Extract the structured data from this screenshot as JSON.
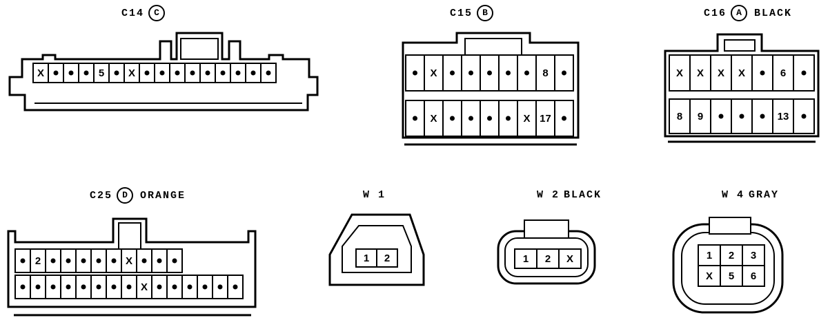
{
  "connectors": [
    {
      "id": "c14",
      "code": "C14",
      "badge": "C",
      "extra": "",
      "rows": [
        [
          "X",
          "•",
          "•",
          "•",
          "5",
          "•",
          "X",
          "•",
          "•",
          "•",
          "•",
          "•",
          "•",
          "•",
          "•",
          "•"
        ]
      ]
    },
    {
      "id": "c15",
      "code": "C15",
      "badge": "B",
      "extra": "",
      "rows": [
        [
          "•",
          "X",
          "•",
          "•",
          "•",
          "•",
          "•",
          "8",
          "•"
        ],
        [
          "•",
          "X",
          "•",
          "•",
          "•",
          "•",
          "X",
          "17",
          "•"
        ]
      ]
    },
    {
      "id": "c16",
      "code": "C16",
      "badge": "A",
      "extra": "BLACK",
      "rows": [
        [
          "X",
          "X",
          "X",
          "X",
          "•",
          "6",
          "•"
        ],
        [
          "8",
          "9",
          "•",
          "•",
          "•",
          "13",
          "•"
        ]
      ]
    },
    {
      "id": "c25",
      "code": "C25",
      "badge": "D",
      "extra": "ORANGE",
      "rows": [
        [
          "•",
          "2",
          "•",
          "•",
          "•",
          "•",
          "•",
          "X",
          "•",
          "•",
          "•"
        ],
        [
          "•",
          "•",
          "•",
          "•",
          "•",
          "•",
          "•",
          "•",
          "X",
          "•",
          "•",
          "•",
          "•",
          "•",
          "•"
        ]
      ]
    },
    {
      "id": "w1",
      "code": "W 1",
      "badge": "",
      "extra": "",
      "rows": [
        [
          "1",
          "2"
        ]
      ]
    },
    {
      "id": "w2",
      "code": "W 2",
      "badge": "",
      "extra": "BLACK",
      "rows": [
        [
          "1",
          "2",
          "X"
        ]
      ]
    },
    {
      "id": "w4",
      "code": "W 4",
      "badge": "",
      "extra": "GRAY",
      "rows": [
        [
          "1",
          "2",
          "3"
        ],
        [
          "X",
          "5",
          "6"
        ]
      ]
    }
  ]
}
